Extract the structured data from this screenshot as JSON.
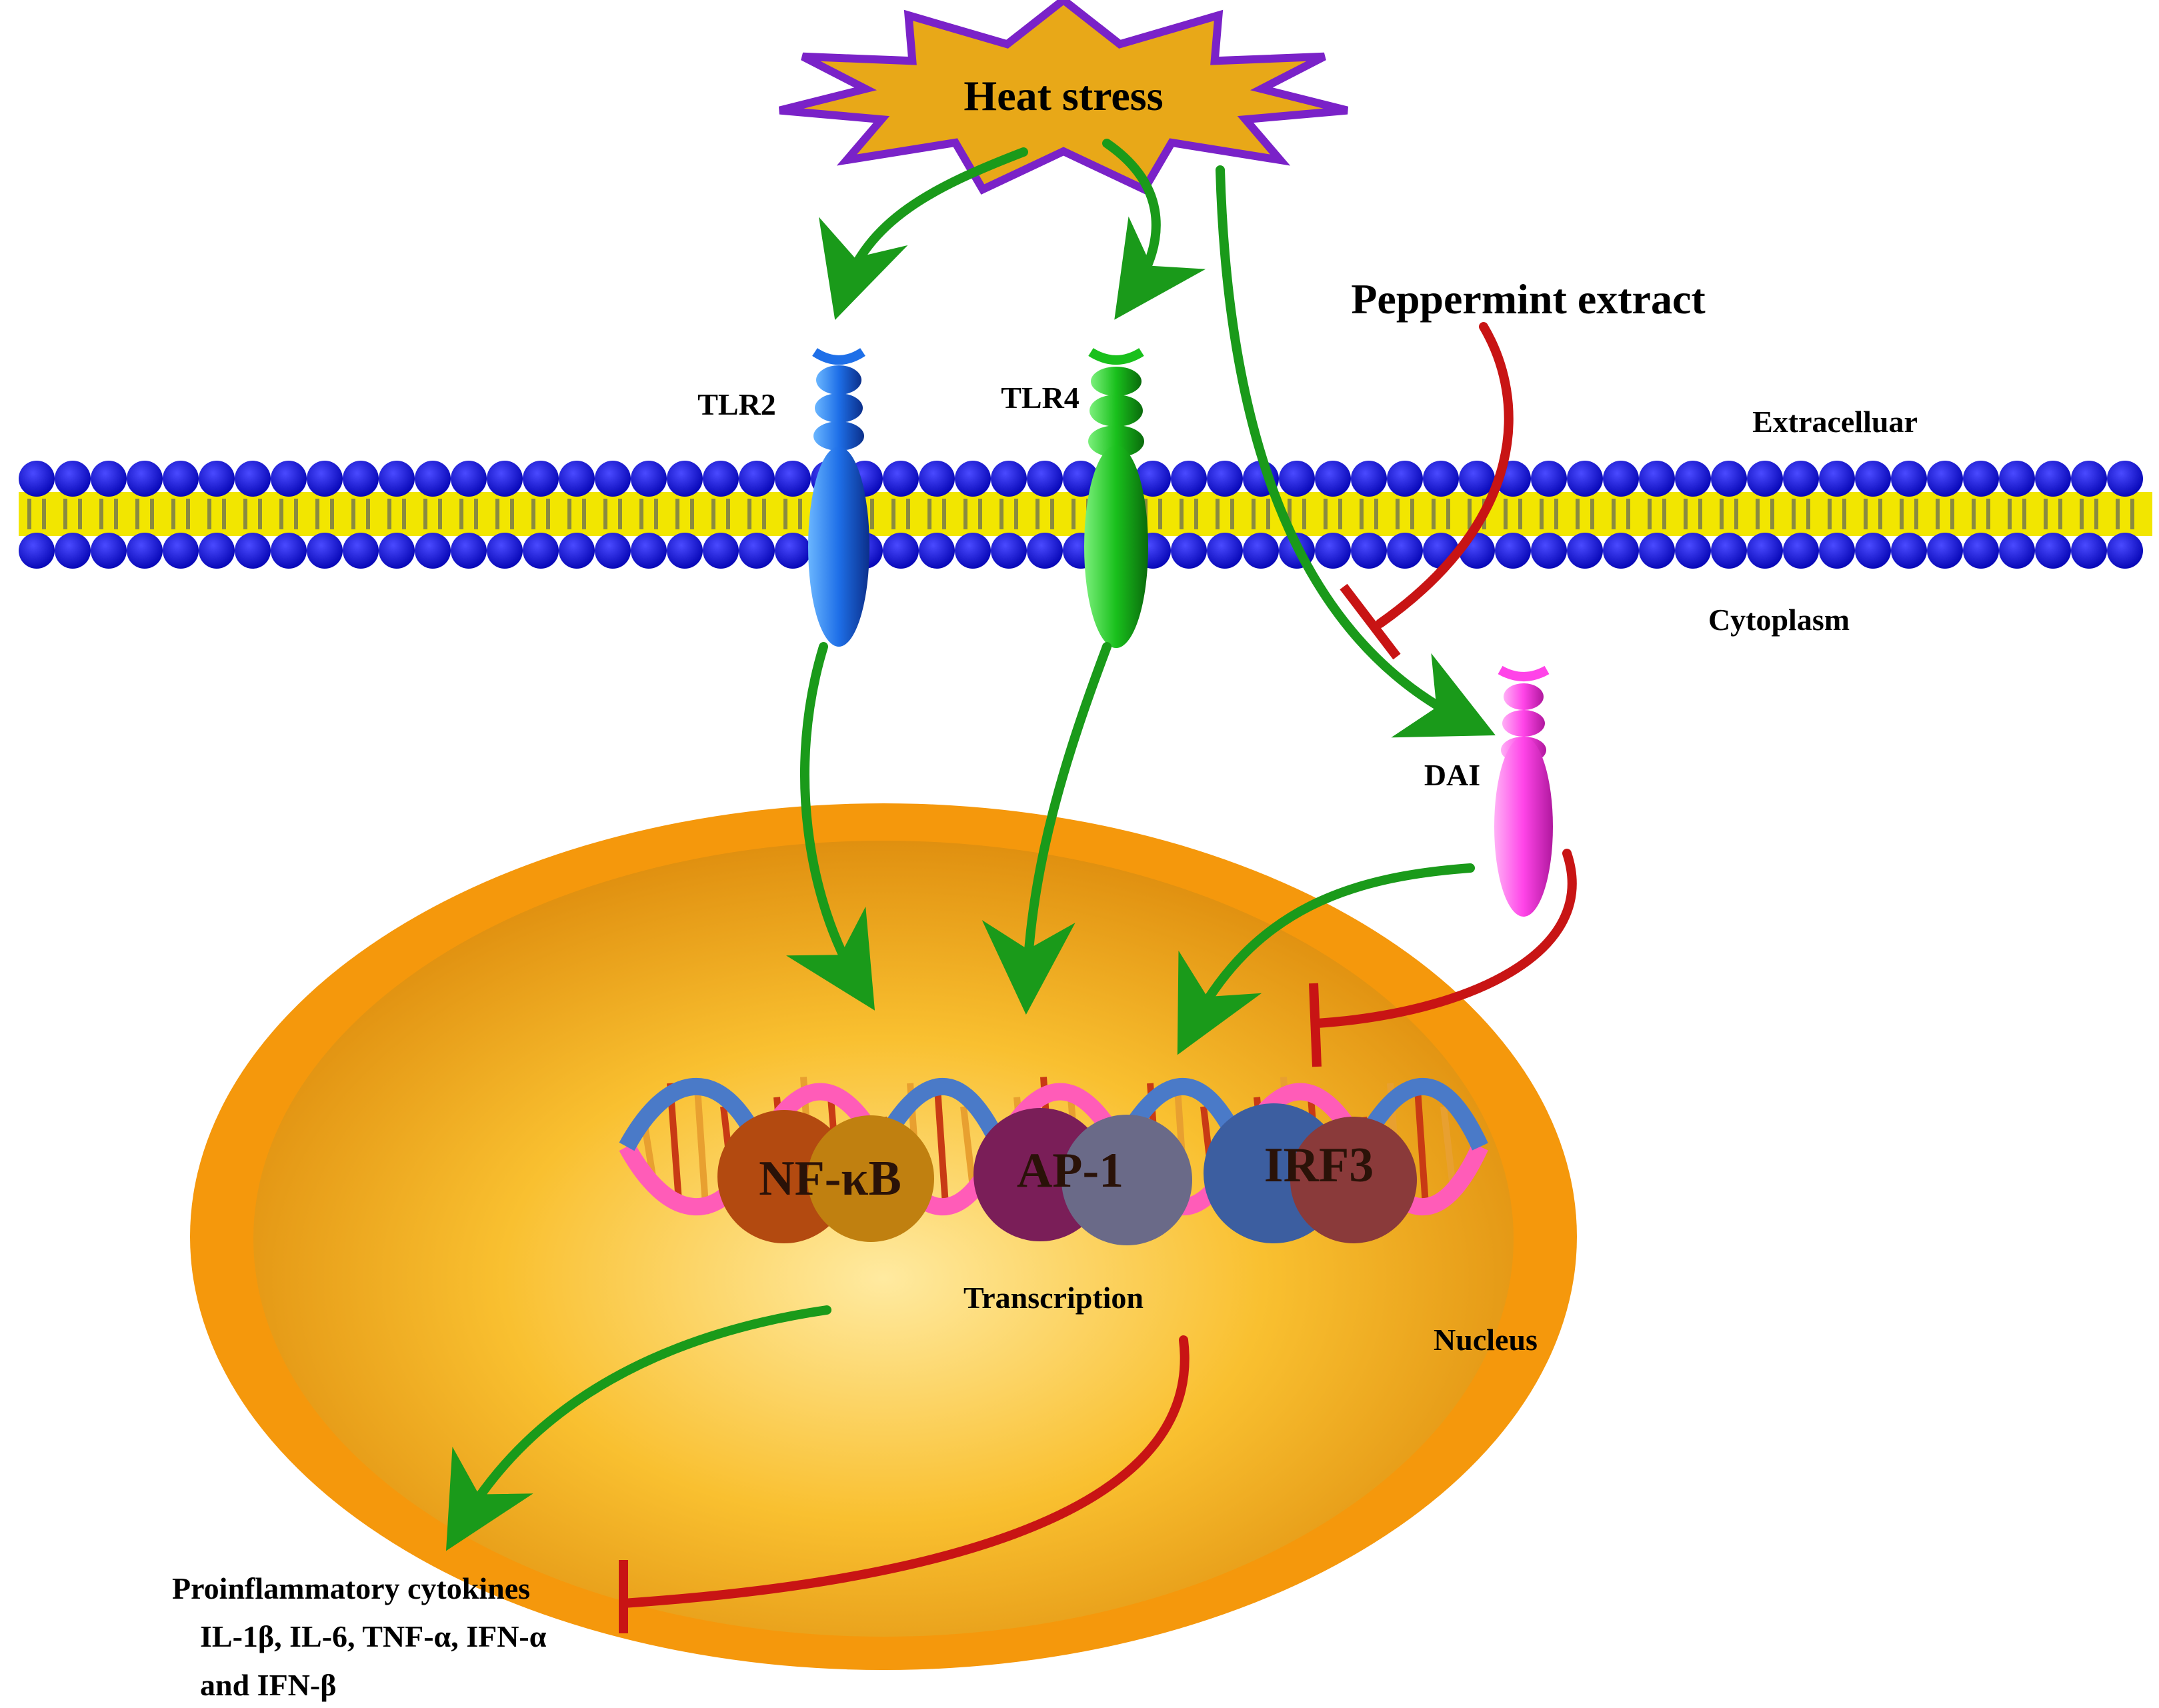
{
  "stimulus": {
    "label": "Heat stress"
  },
  "inhibitor": {
    "label": "Peppermint extract"
  },
  "regions": {
    "extracellular": "Extracelluar",
    "cytoplasm": "Cytoplasm",
    "nucleus": "Nucleus"
  },
  "receptors": [
    {
      "label": "TLR2",
      "color": "#1e6fe8"
    },
    {
      "label": "TLR4",
      "color": "#19c01c"
    },
    {
      "label": "DAI",
      "color": "#ff44e8"
    }
  ],
  "transcription_factors": [
    {
      "label": "NF-κB",
      "colors": [
        "#b34a10",
        "#c08010"
      ]
    },
    {
      "label": "AP-1",
      "colors": [
        "#7a1e58",
        "#6a6a88"
      ]
    },
    {
      "label": "IRF3",
      "colors": [
        "#3c5ea0",
        "#8a3a3a"
      ]
    }
  ],
  "process": {
    "label": "Transcription"
  },
  "output": {
    "title": "Proinflammatory cytokines",
    "line1": "IL-1β, IL-6, TNF-α, IFN-α",
    "line2": "and IFN-β"
  },
  "colors": {
    "activation": "#1a9a1a",
    "inhibition": "#c81414",
    "membrane_head": "#1010e0",
    "membrane_tail": "#f2e600",
    "nucleus_outer": "#f5980c",
    "nucleus_inner": "#f8b818",
    "star_fill": "#e8a818",
    "star_stroke": "#7a22c8"
  }
}
